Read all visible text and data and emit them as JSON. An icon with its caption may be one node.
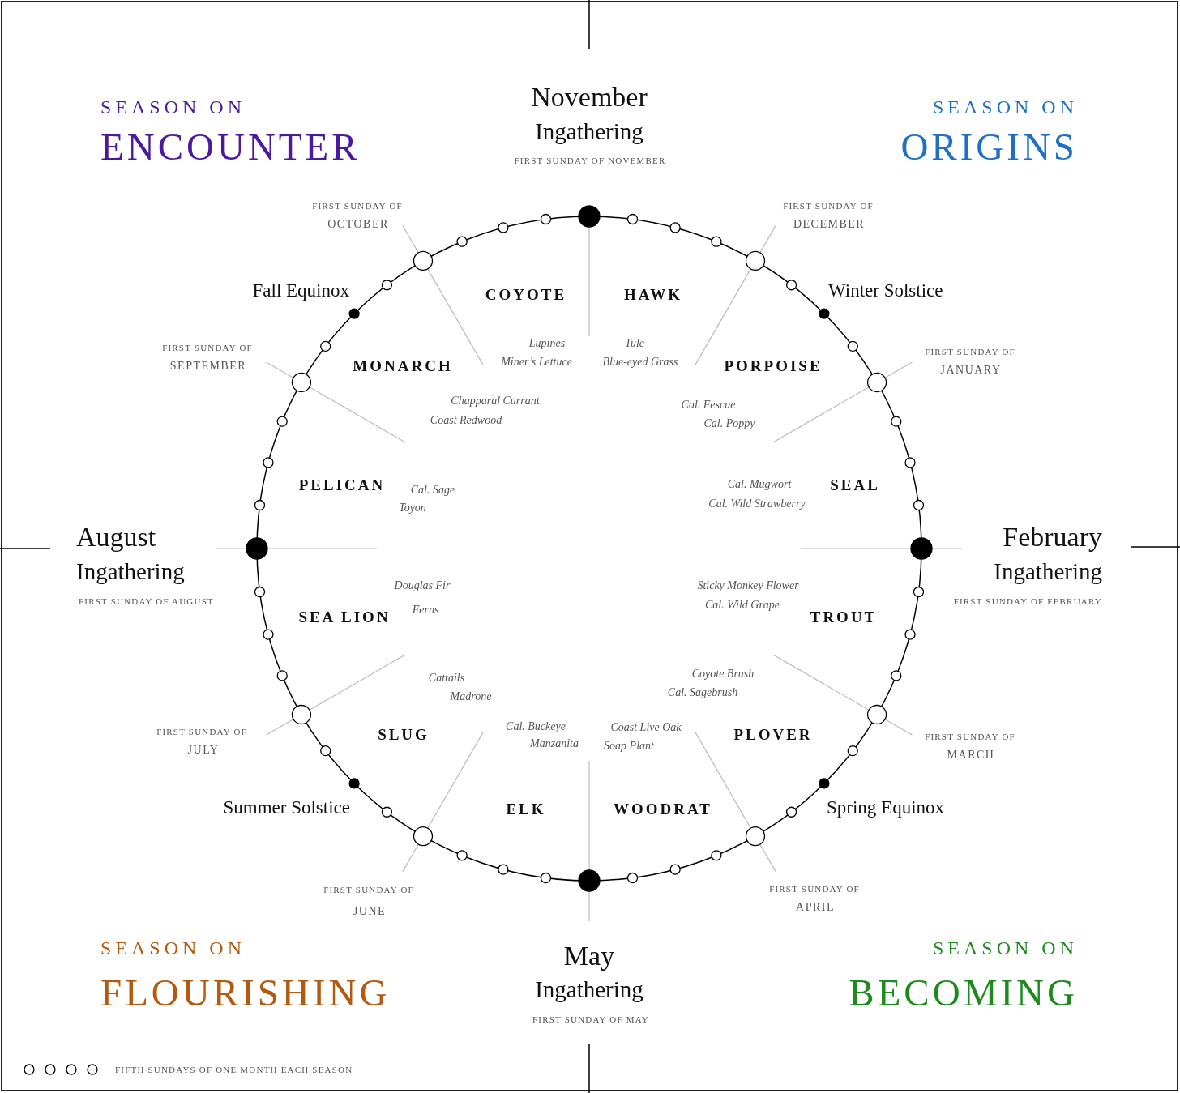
{
  "diagram": {
    "labels": [
      "SEASON ON",
      "ENCOUNTER",
      "November",
      "Ingathering",
      "FIRST SUNDAY OF NOVEMBER",
      "SEASON ON",
      "ORIGINS",
      "FIRST SUNDAY OF",
      "OCTOBER",
      "FIRST SUNDAY OF",
      "DECEMBER",
      "Fall Equinox",
      "COYOTE",
      "HAWK",
      "Winter Solstice",
      "Lupines",
      "Tule",
      "Miner’s Lettuce",
      "Blue-eyed Grass",
      "FIRST SUNDAY OF",
      "SEPTEMBER",
      "MONARCH",
      "PORPOISE",
      "FIRST SUNDAY OF",
      "JANUARY",
      "Chapparal Currant",
      "Cal. Fescue",
      "Coast Redwood",
      "Cal. Poppy",
      "Cal. Mugwort",
      "PELICAN",
      "Cal. Sage",
      "SEAL",
      "Cal. Wild Strawberry",
      "Toyon",
      "August",
      "February",
      "Ingathering",
      "Ingathering",
      "FIRST SUNDAY OF AUGUST",
      "FIRST SUNDAY OF FEBRUARY",
      "Douglas Fir",
      "Sticky Monkey Flower",
      "Cal. Wild Grape",
      "Ferns",
      "SEA LION",
      "TROUT",
      "Coyote Brush",
      "Cattails",
      "Cal. Sagebrush",
      "Madrone",
      "Cal. Buckeye",
      "Coast Live Oak",
      "FIRST SUNDAY OF",
      "SLUG",
      "PLOVER",
      "FIRST SUNDAY OF",
      "Manzanita",
      "Soap Plant",
      "JULY",
      "MARCH",
      "Summer Solstice",
      "ELK",
      "WOODRAT",
      "Spring Equinox",
      "FIRST SUNDAY OF",
      "FIRST SUNDAY OF",
      "JUNE",
      "APRIL",
      "SEASON ON",
      "May",
      "SEASON ON",
      "Ingathering",
      "FLOURISHING",
      "BECOMING",
      "FIRST SUNDAY OF MAY"
    ],
    "legend": [
      {
        "text": "FIFTH SUNDAYS OF ONE MONTH EACH SEASON"
      }
    ]
  }
}
